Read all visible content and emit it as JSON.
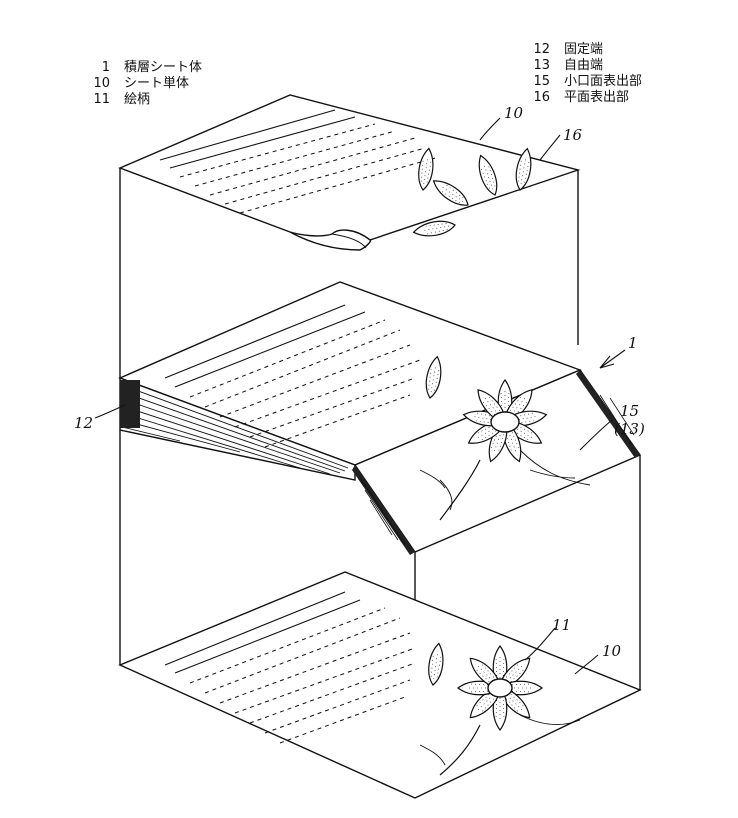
{
  "legend_left": [
    {
      "num": "1",
      "label": "積層シート体"
    },
    {
      "num": "10",
      "label": "シート単体"
    },
    {
      "num": "11",
      "label": "絵柄"
    }
  ],
  "legend_right": [
    {
      "num": "12",
      "label": "固定端"
    },
    {
      "num": "13",
      "label": "自由端"
    },
    {
      "num": "15",
      "label": "小口面表出部"
    },
    {
      "num": "16",
      "label": "平面表出部"
    }
  ],
  "callouts": {
    "top_sheet": "10",
    "top_exposed": "16",
    "assembly": "1",
    "fixed_end": "12",
    "edge_exposed": "15",
    "free_end": "(13)",
    "pattern": "11",
    "bottom_sheet": "10"
  }
}
